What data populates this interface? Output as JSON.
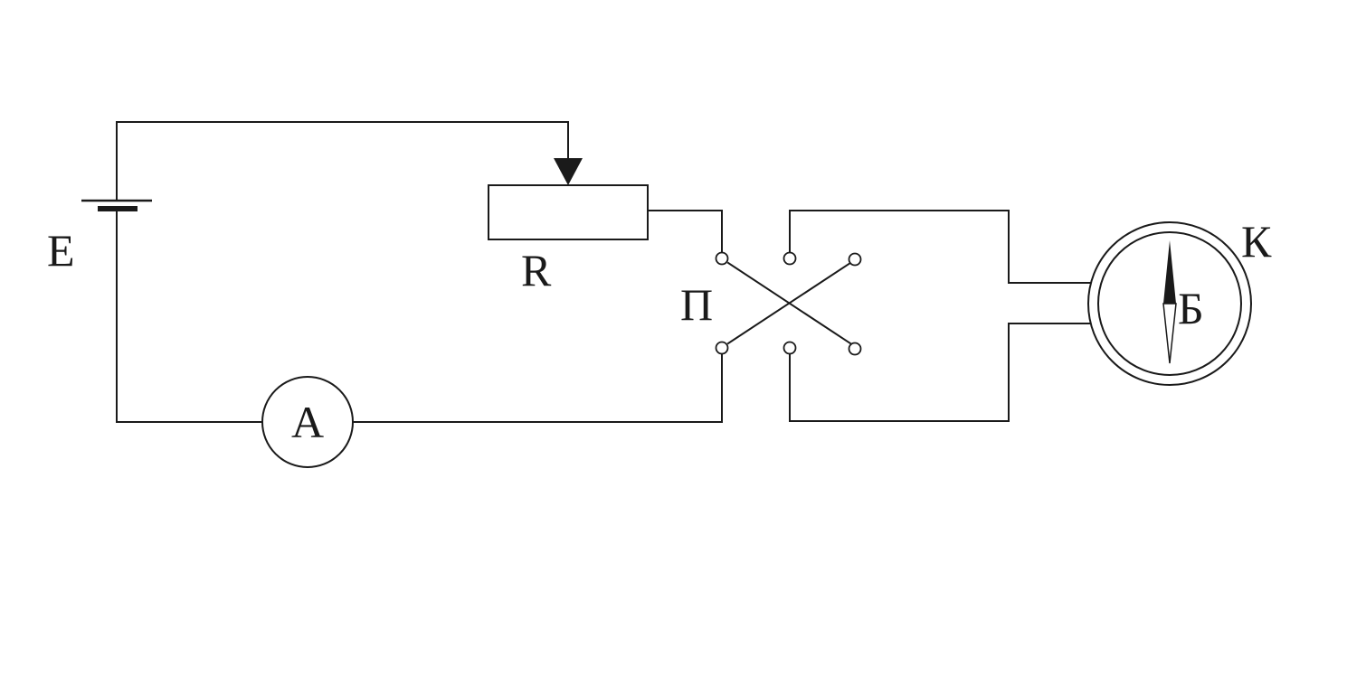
{
  "labels": {
    "battery": "E",
    "rheostat": "R",
    "switch": "П",
    "ammeter": "А",
    "coil": "К",
    "compass": "Б"
  },
  "colors": {
    "line": "#1a1a1a",
    "background": "#ffffff"
  }
}
